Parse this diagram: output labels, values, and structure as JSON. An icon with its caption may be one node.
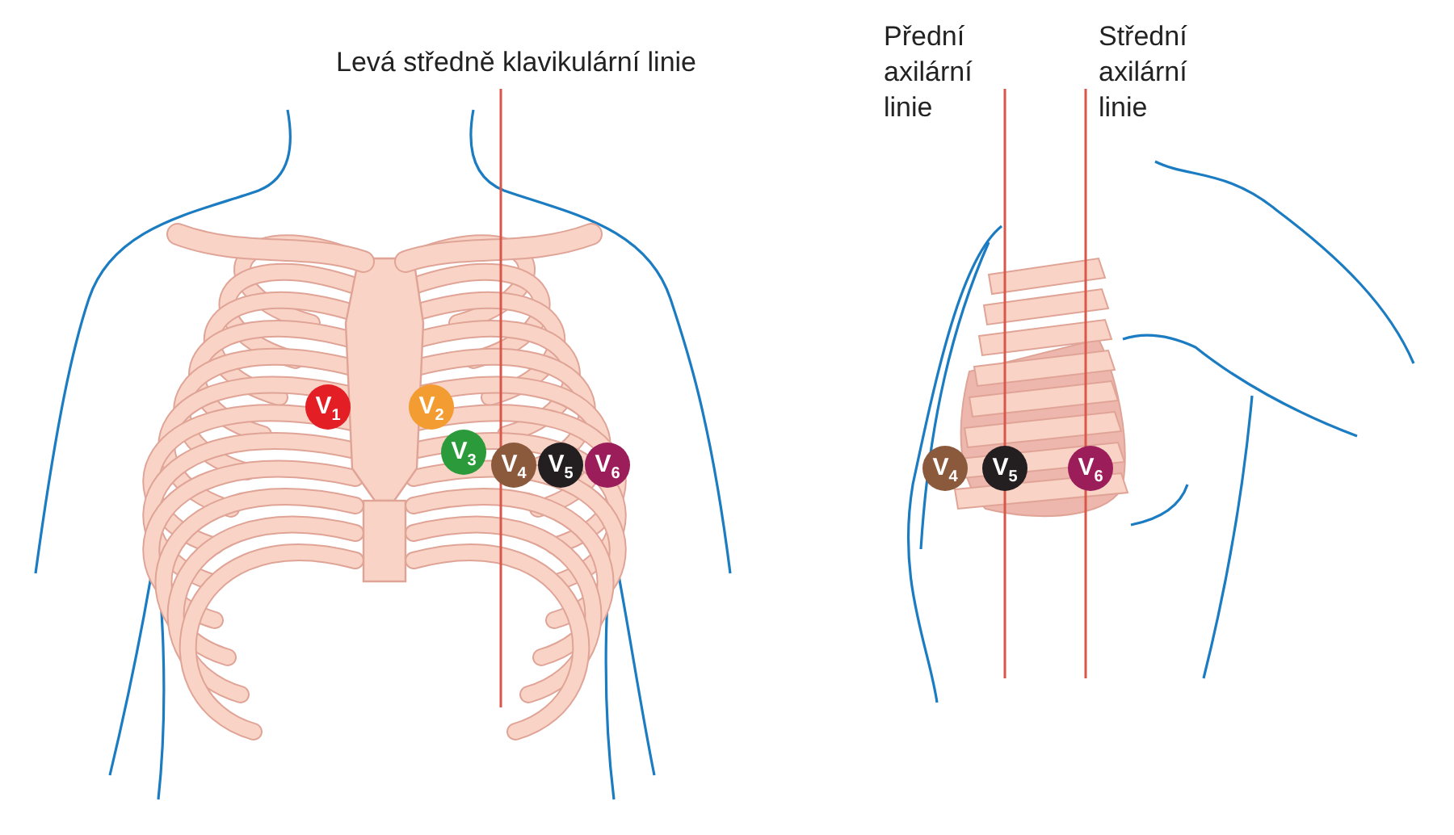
{
  "diagram": {
    "nodes": [
      {
        "text": [
          "V$_{1}$"
        ]
      },
      {
        "text": [
          "V$_{2}$"
        ]
      },
      {
        "text": [
          "V$_{3}$"
        ]
      },
      {
        "text": [
          "V$_{4}$"
        ]
      },
      {
        "text": [
          "V$_{5}$"
        ]
      },
      {
        "text": [
          "V$_{6}$"
        ]
      },
      {
        "text": [
          "V$_{4}$"
        ]
      },
      {
        "text": [
          "V$_{5}$"
        ]
      },
      {
        "text": [
          "V$_{6}$"
        ]
      }
    ],
    "labels": [
      "Levá středně klavikulární linie",
      "Přední axilární linie",
      "Střední axilární linie"
    ]
  }
}
